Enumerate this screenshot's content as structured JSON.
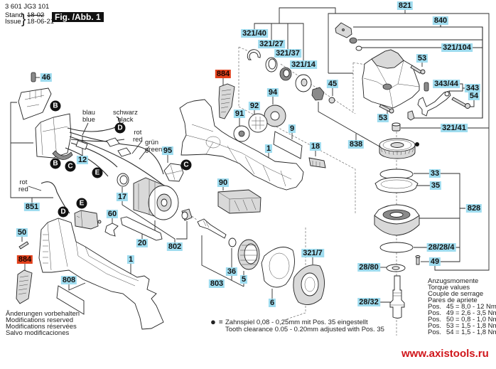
{
  "header": {
    "part_number": "3 601 JG3 101",
    "stand_label": "Stand",
    "issue_label": "Issue",
    "stand_date": "18-02",
    "issue_date": "18-06-21",
    "figure_label": "Fig. /Abb. 1"
  },
  "callouts": [
    {
      "text": "821",
      "kind": "part"
    },
    {
      "text": "840",
      "kind": "part"
    },
    {
      "text": "321/104",
      "kind": "part"
    },
    {
      "text": "53",
      "kind": "part"
    },
    {
      "text": "343/44",
      "kind": "part"
    },
    {
      "text": "343",
      "kind": "part"
    },
    {
      "text": "54",
      "kind": "part"
    },
    {
      "text": "53",
      "kind": "part"
    },
    {
      "text": "321/41",
      "kind": "part"
    },
    {
      "text": "838",
      "kind": "part"
    },
    {
      "text": "33",
      "kind": "part"
    },
    {
      "text": "35",
      "kind": "part"
    },
    {
      "text": "828",
      "kind": "part"
    },
    {
      "text": "28/28/4",
      "kind": "part"
    },
    {
      "text": "28/80",
      "kind": "part"
    },
    {
      "text": "49",
      "kind": "part"
    },
    {
      "text": "28/32",
      "kind": "part"
    },
    {
      "text": "321/40",
      "kind": "part"
    },
    {
      "text": "321/27",
      "kind": "part"
    },
    {
      "text": "321/37",
      "kind": "part"
    },
    {
      "text": "321/14",
      "kind": "part"
    },
    {
      "text": "884",
      "kind": "replaceable"
    },
    {
      "text": "45",
      "kind": "part"
    },
    {
      "text": "94",
      "kind": "part"
    },
    {
      "text": "92",
      "kind": "part"
    },
    {
      "text": "91",
      "kind": "part"
    },
    {
      "text": "9",
      "kind": "part"
    },
    {
      "text": "18",
      "kind": "part"
    },
    {
      "text": "1",
      "kind": "part"
    },
    {
      "text": "95",
      "kind": "part"
    },
    {
      "text": "90",
      "kind": "part"
    },
    {
      "text": "17",
      "kind": "part"
    },
    {
      "text": "60",
      "kind": "part"
    },
    {
      "text": "20",
      "kind": "part"
    },
    {
      "text": "802",
      "kind": "part"
    },
    {
      "text": "1",
      "kind": "part"
    },
    {
      "text": "808",
      "kind": "part"
    },
    {
      "text": "884",
      "kind": "replaceable"
    },
    {
      "text": "50",
      "kind": "part"
    },
    {
      "text": "36",
      "kind": "part"
    },
    {
      "text": "5",
      "kind": "part"
    },
    {
      "text": "803",
      "kind": "part"
    },
    {
      "text": "6",
      "kind": "part"
    },
    {
      "text": "321/7",
      "kind": "part"
    },
    {
      "text": "46",
      "kind": "part"
    },
    {
      "text": "12",
      "kind": "part"
    },
    {
      "text": "851",
      "kind": "part"
    }
  ],
  "connectors": [
    "B",
    "D",
    "C",
    "B",
    "E",
    "E",
    "D",
    "C"
  ],
  "wire_labels": [
    {
      "de": "blau",
      "en": "blue"
    },
    {
      "de": "schwarz",
      "en": "black"
    },
    {
      "de": "rot",
      "en": "red"
    },
    {
      "de": "grün",
      "en": "green"
    },
    {
      "de": "rot",
      "en": "red"
    }
  ],
  "notes": {
    "modifications": [
      "Änderungen vorbehalten",
      "Modifications reserved",
      "Modifications réservées",
      "Salvo modificaciones"
    ],
    "clearance": {
      "symbol": "●",
      "equals": "=",
      "line_de": "Zahnspiel 0,08 - 0,25mm mit Pos. 35 eingestellt",
      "line_en": "Tooth clearance 0.05 - 0.20mm adjusted with Pos. 35"
    },
    "torque": {
      "titles": [
        "Anzugsmomente",
        "Torque values",
        "Couple de serrage",
        "Pares de apriete"
      ],
      "rows": [
        {
          "label": "Pos.",
          "pos": "45",
          "value": "= 8,0 - 12  Nm"
        },
        {
          "label": "Pos.",
          "pos": "49",
          "value": "= 2,6 - 3,5 Nm"
        },
        {
          "label": "Pos.",
          "pos": "50",
          "value": "= 0,8 - 1,0 Nm"
        },
        {
          "label": "Pos.",
          "pos": "53",
          "value": "= 1,5 - 1,8 Nm"
        },
        {
          "label": "Pos.",
          "pos": "54",
          "value": "= 1,5 - 1,8 Nm"
        }
      ]
    }
  },
  "website": "www.axistools.ru",
  "colors": {
    "callout_bg": "#9fdcef",
    "replaceable_bg": "#e2411c",
    "website": "#d0161b",
    "connector": "#111111"
  }
}
